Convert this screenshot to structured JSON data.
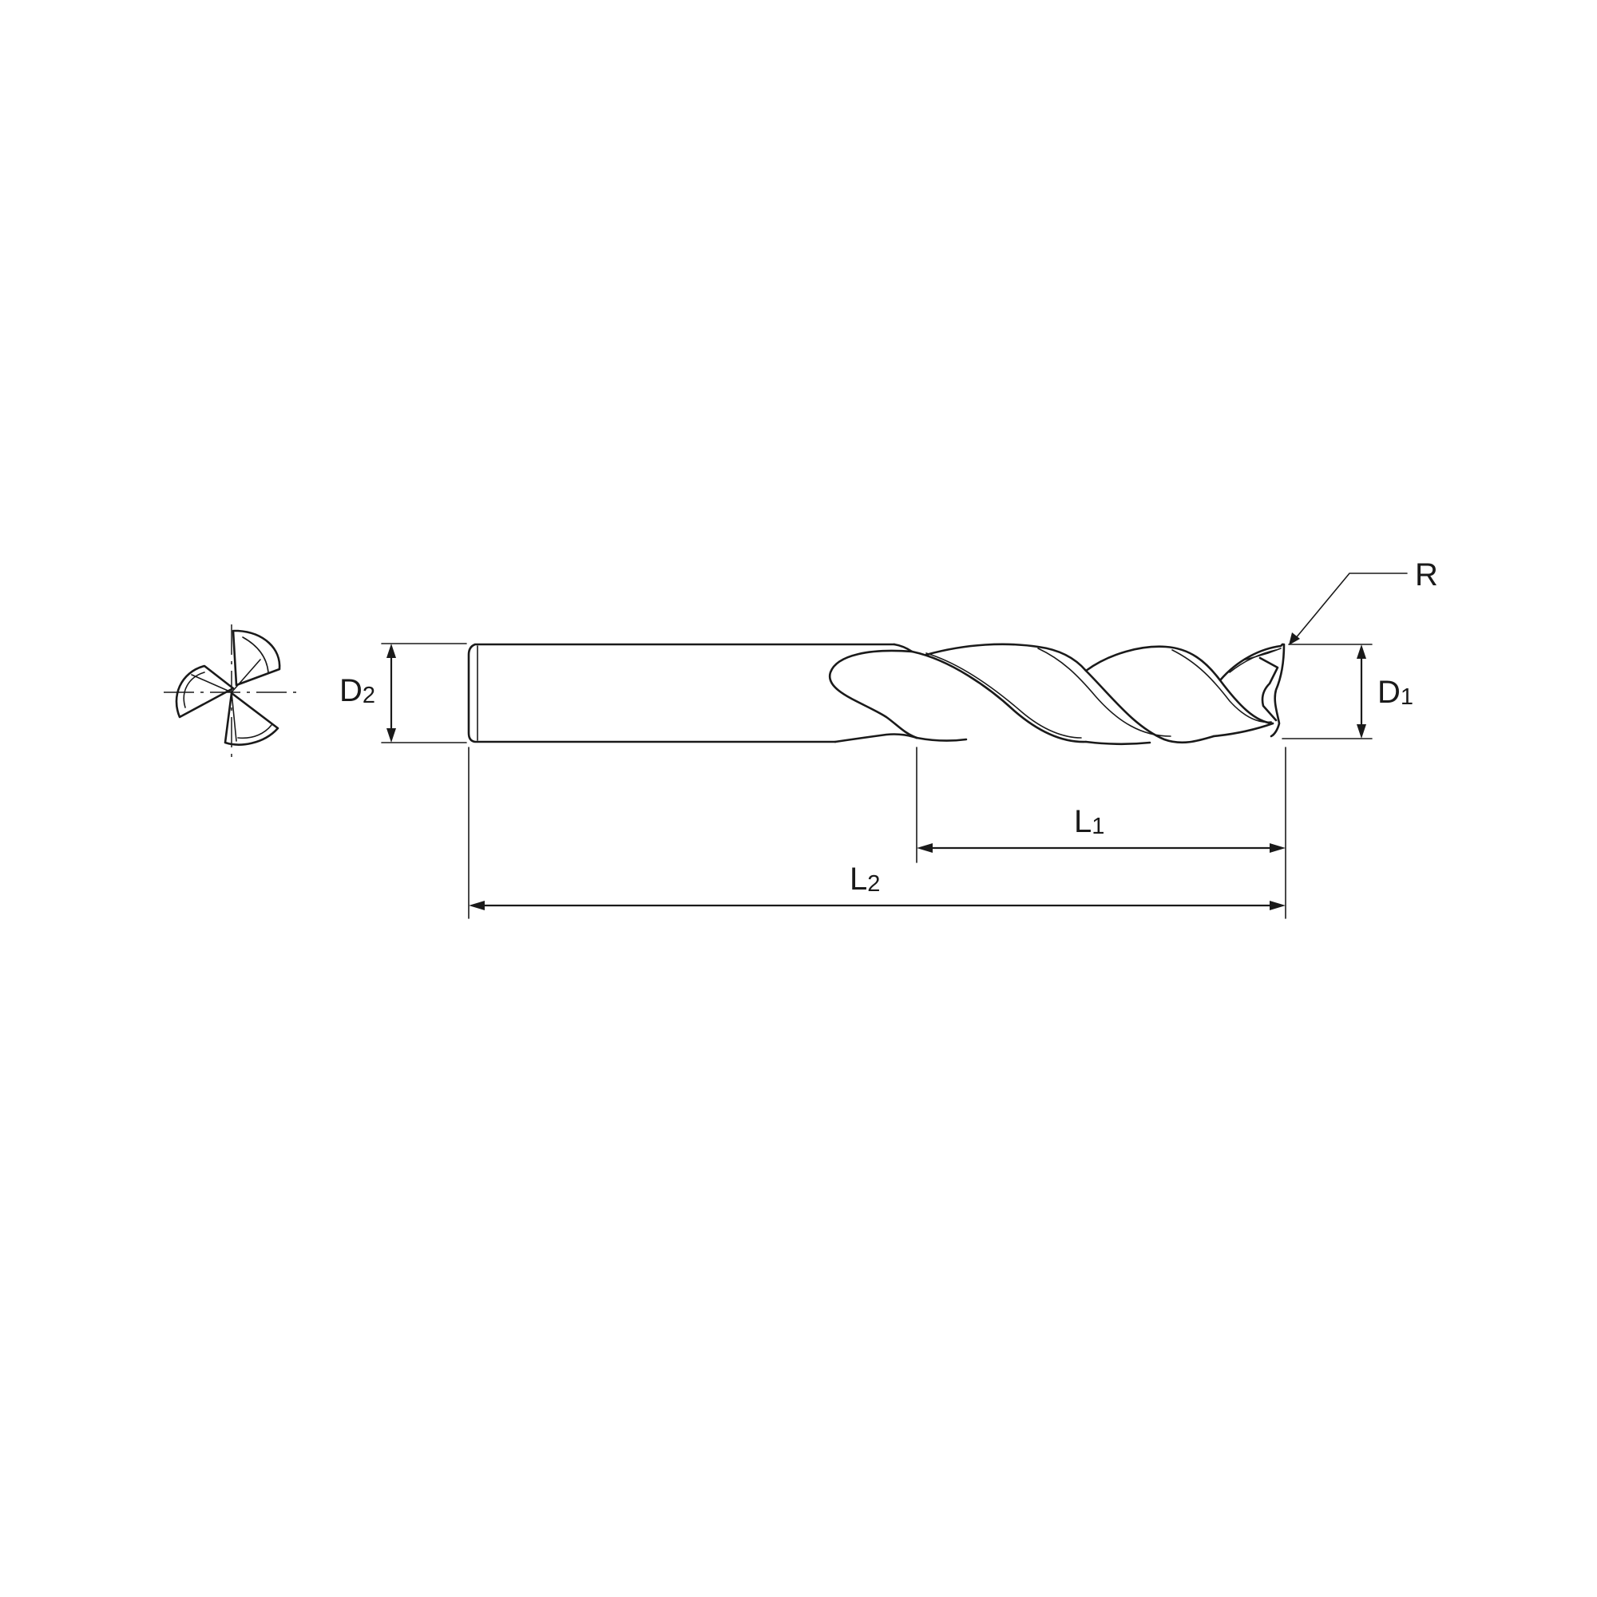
{
  "labels": {
    "r": "R",
    "d1_main": "D",
    "d1_sub": "1",
    "d2_main": "D",
    "d2_sub": "2",
    "l1_main": "L",
    "l1_sub": "1",
    "l2_main": "L",
    "l2_sub": "2"
  },
  "colors": {
    "line": "#1a1a1a",
    "background": "#ffffff"
  }
}
